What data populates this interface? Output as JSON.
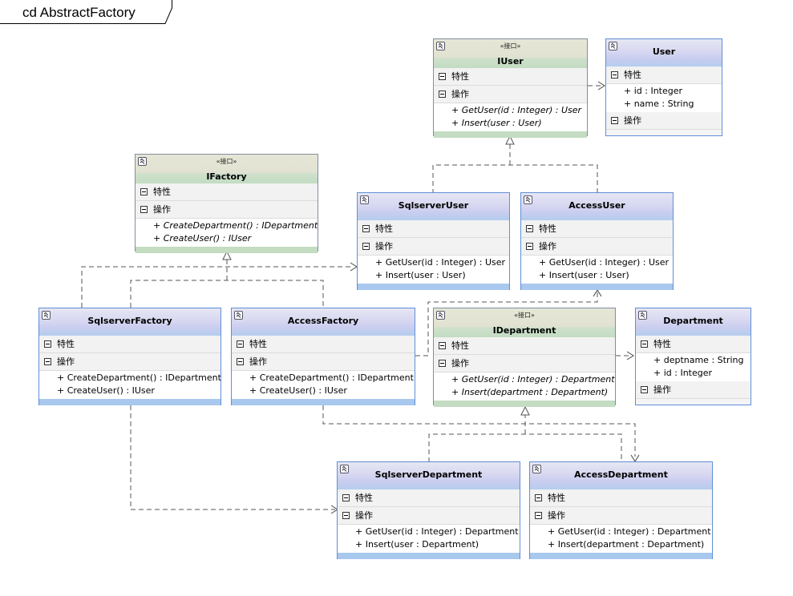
{
  "frame": {
    "title": "cd AbstractFactory"
  },
  "section_labels": {
    "attributes": "特性",
    "operations": "操作"
  },
  "classes": {
    "iuser": {
      "stereotype": "«接口»",
      "name": "IUser",
      "ops": [
        "+ GetUser(id : Integer) : User",
        "+ Insert(user : User)"
      ]
    },
    "user": {
      "name": "User",
      "attrs": [
        "+ id : Integer",
        "+ name : String"
      ]
    },
    "ifactory": {
      "stereotype": "«接口»",
      "name": "IFactory",
      "ops": [
        "+ CreateDepartment() : IDepartment",
        "+ CreateUser() : IUser"
      ]
    },
    "sqlserveruser": {
      "name": "SqlserverUser",
      "ops": [
        "+ GetUser(id : Integer) : User",
        "+ Insert(user : User)"
      ]
    },
    "accessuser": {
      "name": "AccessUser",
      "ops": [
        "+ GetUser(id : Integer) : User",
        "+ Insert(user : User)"
      ]
    },
    "sqlserverfactory": {
      "name": "SqlserverFactory",
      "ops": [
        "+ CreateDepartment() : IDepartment",
        "+ CreateUser() : IUser"
      ]
    },
    "accessfactory": {
      "name": "AccessFactory",
      "ops": [
        "+ CreateDepartment() : IDepartment",
        "+ CreateUser() : IUser"
      ]
    },
    "idepartment": {
      "stereotype": "«接口»",
      "name": "IDepartment",
      "ops": [
        "+ GetUser(id : Integer) : Department",
        "+ Insert(department : Department)"
      ]
    },
    "department": {
      "name": "Department",
      "attrs": [
        "+ deptname : String",
        "+ id : Integer"
      ]
    },
    "sqlserverdepartment": {
      "name": "SqlserverDepartment",
      "ops": [
        "+ GetUser(id : Integer) : Department",
        "+ Insert(user : Department)"
      ]
    },
    "accessdepartment": {
      "name": "AccessDepartment",
      "ops": [
        "+ GetUser(id : Integer) : Department",
        "+ Insert(department : Department)"
      ]
    }
  },
  "colors": {
    "class_border": "#5f8fd8",
    "interface_border": "#7f8fa0",
    "class_footer": "#a8c8ee",
    "interface_footer": "#c3dcc2"
  }
}
